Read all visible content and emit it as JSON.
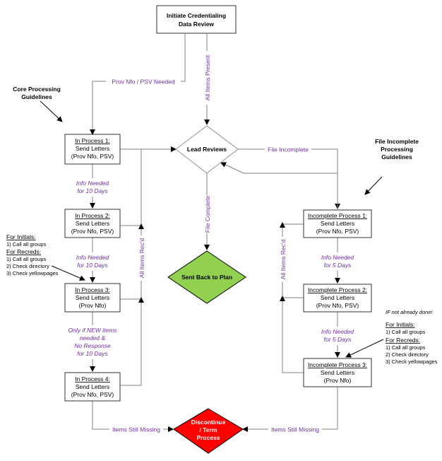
{
  "nodes": {
    "initiate": {
      "line1": "Initiate Credentialing",
      "line2": "Data Review"
    },
    "lead_reviews": {
      "label": "Lead Reviews"
    },
    "sent_back": {
      "label": "Sent Back to Plan",
      "color": "#92d050"
    },
    "discontinue": {
      "line1": "Discontinue",
      "line2": "/ Term",
      "line3": "Process",
      "color": "#ff0000"
    },
    "in_process_1": {
      "title": "In Process 1:",
      "line2": "Send Letters",
      "line3": "(Prov Nfo, PSV)"
    },
    "in_process_2": {
      "title": "In Process 2:",
      "line2": "Send Letters",
      "line3": "(Prov Nfo, PSV)"
    },
    "in_process_3": {
      "title": "In Process 3:",
      "line2": "Send Letters",
      "line3": "(Prov Nfo)"
    },
    "in_process_4": {
      "title": "In Process 4:",
      "line2": "Send Letters",
      "line3": "(Prov Nfo, PSV)"
    },
    "incomplete_1": {
      "title": "Incomplete Process 1:",
      "line2": "Send Letters",
      "line3": "(Prov Nfo, PSV)"
    },
    "incomplete_2": {
      "title": "Incomplete Process 2:",
      "line2": "Send Letters",
      "line3": "(Prov Nfo, PSV)"
    },
    "incomplete_3": {
      "title": "Incomplete Process 3:",
      "line2": "Send Letters",
      "line3": "(Prov Nfo)"
    }
  },
  "edge_labels": {
    "prov_nfo_psv_needed": "Prov Nfo / PSV Needed",
    "all_items_present": "All Items Present",
    "file_incomplete": "File Incomplete",
    "file_complete": "File Complete",
    "all_items_recd": "All Items Rec'd",
    "info_needed_l1": "Info Needed",
    "for_10_days": "for 10 Days",
    "for_5_days": "for 5 Days",
    "only_if_l1": "Only if NEW items",
    "only_if_l2": "needed &",
    "only_if_l3": "No Response",
    "items_still_missing": "Items Still Missing"
  },
  "annotations": {
    "core_line1": "Core Processing",
    "core_line2": "Guidelines",
    "file_incomplete_line1": "File Incomplete",
    "file_incomplete_line2": "Processing",
    "file_incomplete_line3": "Guidelines",
    "for_initials": "For Initials:",
    "for_recreds": "For Recreds:",
    "call_all_groups": "1) Call all groups",
    "check_directory": "2) Check directory",
    "check_yellowpages": "3) Check yellowpages",
    "if_not_done": "IF not already done!"
  }
}
